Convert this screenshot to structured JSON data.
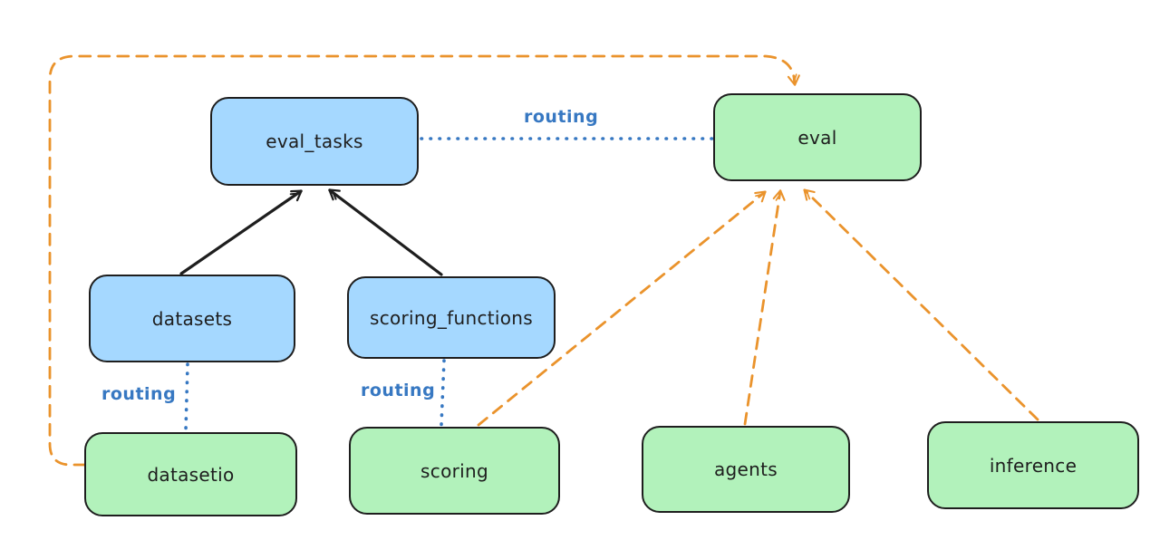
{
  "diagram": {
    "background_color": "#ffffff",
    "colors": {
      "registry_node_fill": "#a5d8ff",
      "provider_api_node_fill": "#b2f2bb",
      "node_border": "#1e1e1e",
      "routing_edge": "#3778c2",
      "dashed_edge": "#ea932c",
      "solid_arrow_edge": "#1e1e1e"
    },
    "nodes": {
      "eval_tasks": {
        "label": "eval_tasks",
        "fill": "blue"
      },
      "eval": {
        "label": "eval",
        "fill": "green"
      },
      "datasets": {
        "label": "datasets",
        "fill": "blue"
      },
      "scoring_functions": {
        "label": "scoring_functions",
        "fill": "blue"
      },
      "datasetio": {
        "label": "datasetio",
        "fill": "green"
      },
      "scoring": {
        "label": "scoring",
        "fill": "green"
      },
      "agents": {
        "label": "agents",
        "fill": "green"
      },
      "inference": {
        "label": "inference",
        "fill": "green"
      }
    },
    "edges": [
      {
        "from": "datasets",
        "to": "eval_tasks",
        "style": "solid-arrow"
      },
      {
        "from": "scoring_functions",
        "to": "eval_tasks",
        "style": "solid-arrow"
      },
      {
        "from": "eval_tasks",
        "to": "eval",
        "style": "dotted",
        "label": "routing"
      },
      {
        "from": "datasets",
        "to": "datasetio",
        "style": "dotted",
        "label": "routing"
      },
      {
        "from": "scoring_functions",
        "to": "scoring",
        "style": "dotted",
        "label": "routing"
      },
      {
        "from": "datasetio",
        "to": "eval",
        "style": "dashed-arrow"
      },
      {
        "from": "scoring",
        "to": "eval",
        "style": "dashed-arrow"
      },
      {
        "from": "agents",
        "to": "eval",
        "style": "dashed-arrow"
      },
      {
        "from": "inference",
        "to": "eval",
        "style": "dashed-arrow"
      }
    ]
  }
}
